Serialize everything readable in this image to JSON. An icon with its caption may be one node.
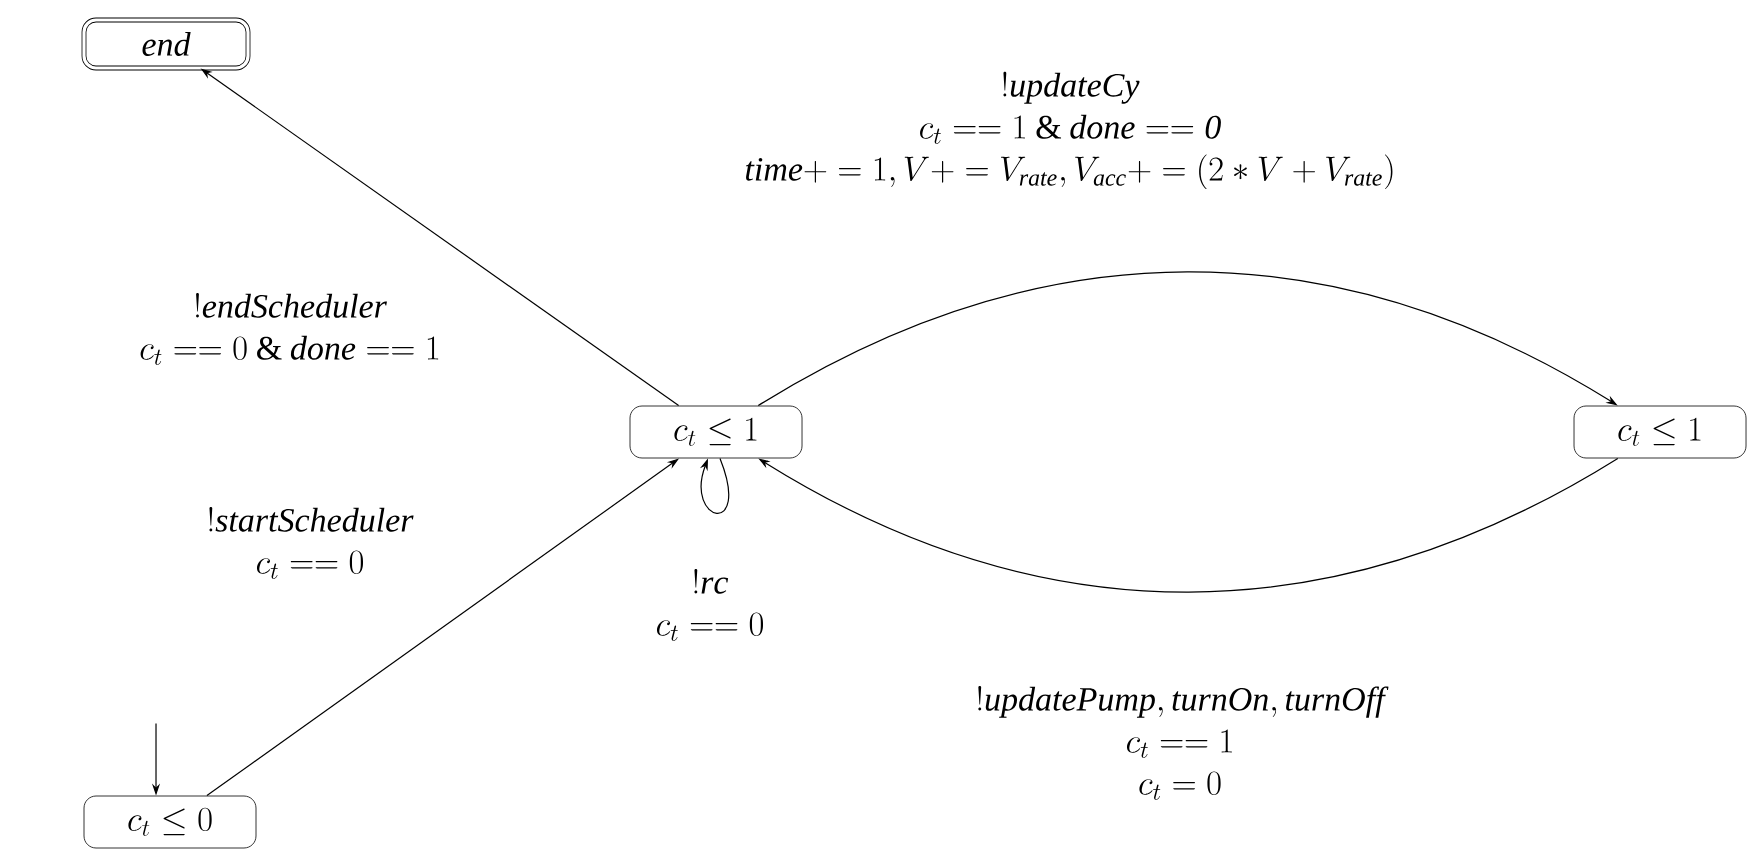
{
  "diagram": {
    "nodes": [
      {
        "text": [
          "end"
        ]
      },
      {
        "text": [
          "c_t \\leq 1"
        ]
      },
      {
        "text": [
          "c_t \\leq 1"
        ]
      },
      {
        "text": [
          "c_t \\leq 0"
        ]
      }
    ],
    "edges": [
      {
        "from": 1,
        "to": 0,
        "arrow": "to",
        "label": "\\begin{array}{c}!\\mathit{endScheduler}\\\\ c_t == 0 \\mathbin{\\&} \\mathit{done} == 1\\end{array}"
      },
      {
        "from": 3,
        "to": 1,
        "arrow": "to",
        "label": "\\begin{array}{c}!\\mathit{startScheduler}\\\\ c_t == 0\\end{array}"
      },
      {
        "from": 1,
        "to": 2,
        "arrow": "to",
        "label": "\\begin{array}{c}!\\mathit{updateCy}\\\\ c_t == 1 \\mathbin{\\&} \\mathit{done} == \\mathit{0}\\\\ \\mathit{time}+=1, V+=V_{\\mathit{rate}}, V_{\\mathit{acc}}+=(2*V+V_{\\mathit{rate}})\\end{array}"
      },
      {
        "from": 2,
        "to": 1,
        "arrow": "to",
        "label": "\\begin{array}{c}!\\mathit{updatePump}, \\mathit{turnOn}, \\mathit{turnOff}\\\\ c_t == 1\\\\ c_t = 0\\end{array}"
      },
      {
        "from": 1,
        "to": 1,
        "arrow": "to",
        "label": "\\begin{array}{c}!\\mathit{rc}\\\\ c_t == 0\\end{array}"
      },
      {
        "from": null,
        "to": 3,
        "arrow": "to"
      }
    ]
  }
}
